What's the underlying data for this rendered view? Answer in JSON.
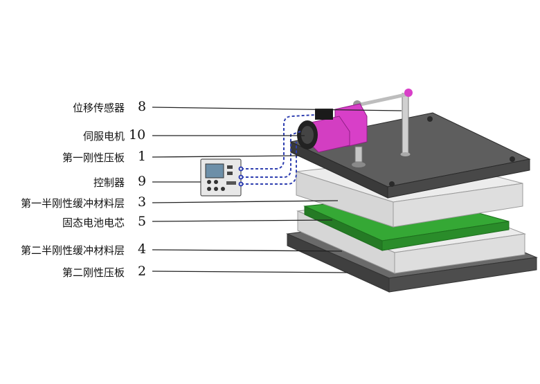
{
  "labels": [
    {
      "id": "displacement-sensor",
      "text": "位移传感器",
      "number": "8"
    },
    {
      "id": "servo-motor",
      "text": "伺服电机",
      "number": "10"
    },
    {
      "id": "first-rigid-plate",
      "text": "第一刚性压板",
      "number": "1"
    },
    {
      "id": "controller",
      "text": "控制器",
      "number": "9"
    },
    {
      "id": "first-semi-rigid-buffer",
      "text": "第一半刚性缓冲材料层",
      "number": "3"
    },
    {
      "id": "solid-state-battery-cell",
      "text": "固态电池电芯",
      "number": "5"
    },
    {
      "id": "second-semi-rigid-buffer",
      "text": "第二半刚性缓冲材料层",
      "number": "4"
    },
    {
      "id": "second-rigid-plate",
      "text": "第二刚性压板",
      "number": "2"
    }
  ],
  "colors": {
    "rigid_plate": "#595959",
    "buffer_layer": "#e4e4e4",
    "battery_cell": "#2e9e2e",
    "motor": "#d83fc8",
    "signal_wire": "#2f3fb0"
  }
}
